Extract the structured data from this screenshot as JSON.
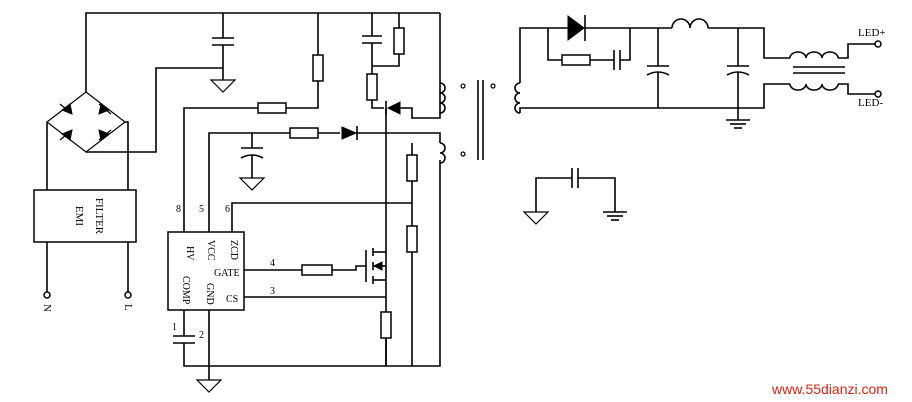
{
  "labels": {
    "emi_line1": "EMI",
    "emi_line2": "FILTER",
    "input_n": "N",
    "input_l": "L",
    "led_plus": "LED+",
    "led_minus": "LED-"
  },
  "ic": {
    "pins_top": [
      "HV",
      "VCC",
      "ZCD"
    ],
    "pins_left": [
      "COMP",
      "GND"
    ],
    "pins_right": [
      "GATE",
      "CS"
    ]
  },
  "pin_numbers": {
    "hv": "8",
    "vcc": "5",
    "zcd": "6",
    "gate": "4",
    "cs": "3",
    "comp": "1",
    "gnd": "2"
  },
  "watermark": {
    "text": "www.55dianzi.com",
    "color": "#d9230f"
  }
}
